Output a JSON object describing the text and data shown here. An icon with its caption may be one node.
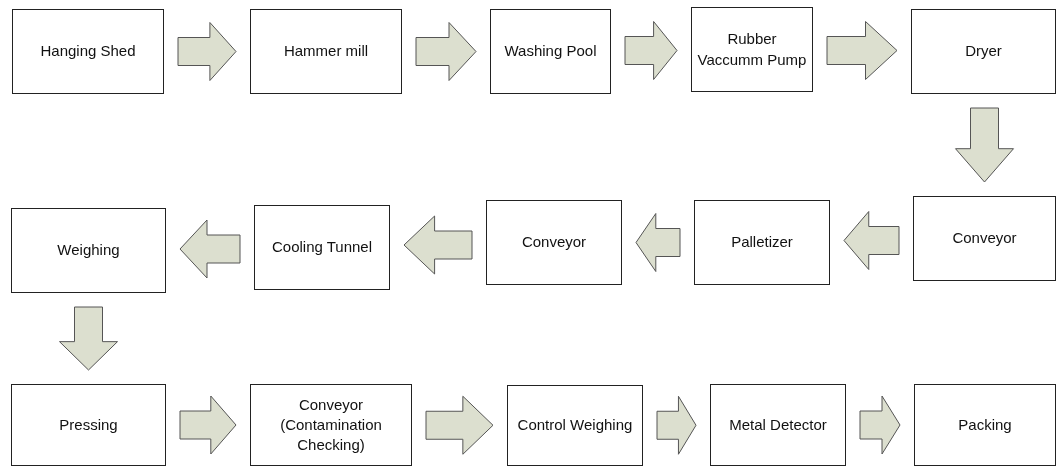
{
  "diagram": {
    "nodes": [
      {
        "text": [
          "Hanging Shed"
        ]
      },
      {
        "text": [
          "Hammer mill"
        ]
      },
      {
        "text": [
          "Washing Pool"
        ]
      },
      {
        "text": [
          "Rubber Vaccumm Pump"
        ]
      },
      {
        "text": [
          "Dryer"
        ]
      },
      {
        "text": [
          "Conveyor"
        ]
      },
      {
        "text": [
          "Palletizer"
        ]
      },
      {
        "text": [
          "Conveyor"
        ]
      },
      {
        "text": [
          "Cooling Tunnel"
        ]
      },
      {
        "text": [
          "Weighing"
        ]
      },
      {
        "text": [
          "Pressing"
        ]
      },
      {
        "text": [
          "Conveyor (Contamination Checking)"
        ]
      },
      {
        "text": [
          "Control Weighing"
        ]
      },
      {
        "text": [
          "Metal Detector"
        ]
      },
      {
        "text": [
          "Packing"
        ]
      }
    ],
    "edges": [
      {
        "from": 0,
        "to": 1,
        "arrow": "to"
      },
      {
        "from": 1,
        "to": 2,
        "arrow": "to"
      },
      {
        "from": 2,
        "to": 3,
        "arrow": "to"
      },
      {
        "from": 3,
        "to": 4,
        "arrow": "to"
      },
      {
        "from": 4,
        "to": 5,
        "arrow": "to"
      },
      {
        "from": 5,
        "to": 6,
        "arrow": "to"
      },
      {
        "from": 6,
        "to": 7,
        "arrow": "to"
      },
      {
        "from": 7,
        "to": 8,
        "arrow": "to"
      },
      {
        "from": 8,
        "to": 9,
        "arrow": "to"
      },
      {
        "from": 9,
        "to": 10,
        "arrow": "to"
      },
      {
        "from": 10,
        "to": 11,
        "arrow": "to"
      },
      {
        "from": 11,
        "to": 12,
        "arrow": "to"
      },
      {
        "from": 12,
        "to": 13,
        "arrow": "to"
      },
      {
        "from": 13,
        "to": 14,
        "arrow": "to"
      }
    ]
  }
}
